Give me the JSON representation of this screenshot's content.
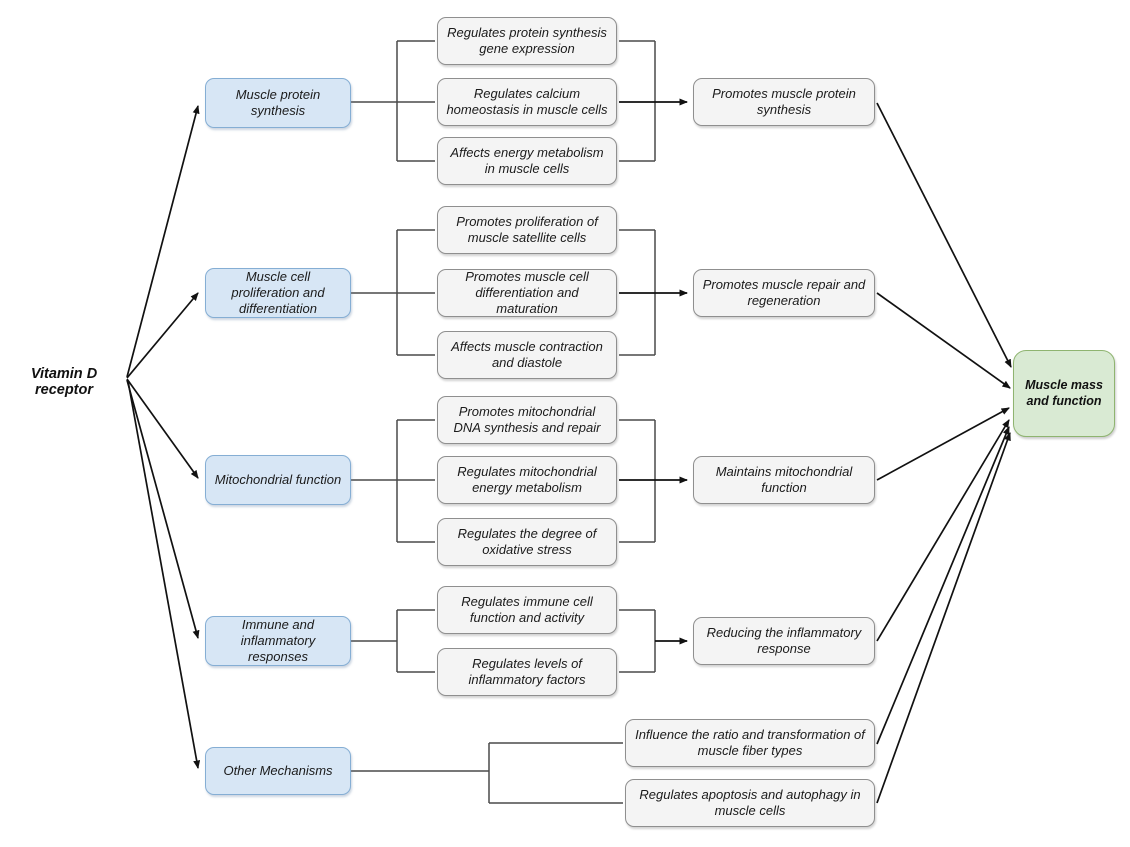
{
  "diagram": {
    "title_hint": "Vitamin D receptor pathways to muscle mass and function",
    "colors": {
      "category_fill": "#d7e6f5",
      "category_border": "#85aed4",
      "mechanism_fill": "#f4f4f4",
      "mechanism_border": "#8f8f8f",
      "outcome_fill": "#d9ead3",
      "outcome_border": "#8fb470",
      "line": "#111111",
      "line_soft": "#4a4a4a"
    },
    "root": {
      "label": "Vitamin D receptor"
    },
    "sink": {
      "label": "Muscle mass and function"
    },
    "branches": [
      {
        "category": "Muscle protein synthesis",
        "mechanisms": [
          "Regulates protein synthesis gene expression",
          "Regulates calcium homeostasis in muscle cells",
          "Affects energy metabolism in muscle cells"
        ],
        "outcome": "Promotes muscle protein synthesis"
      },
      {
        "category": "Muscle cell proliferation and differentiation",
        "mechanisms": [
          "Promotes proliferation of muscle satellite cells",
          "Promotes muscle cell differentiation and maturation",
          "Affects muscle contraction and diastole"
        ],
        "outcome": "Promotes muscle repair and regeneration"
      },
      {
        "category": "Mitochondrial function",
        "mechanisms": [
          "Promotes mitochondrial DNA synthesis and repair",
          "Regulates mitochondrial energy metabolism",
          "Regulates the degree of oxidative stress"
        ],
        "outcome": "Maintains mitochondrial function"
      },
      {
        "category": "Immune and inflammatory responses",
        "mechanisms": [
          "Regulates immune cell function and activity",
          "Regulates levels of inflammatory factors"
        ],
        "outcome": "Reducing the inflammatory response"
      },
      {
        "category": "Other Mechanisms",
        "mechanisms": [
          "Influence the ratio and transformation of muscle fiber types",
          "Regulates apoptosis and autophagy in muscle cells"
        ],
        "outcome": null
      }
    ]
  }
}
